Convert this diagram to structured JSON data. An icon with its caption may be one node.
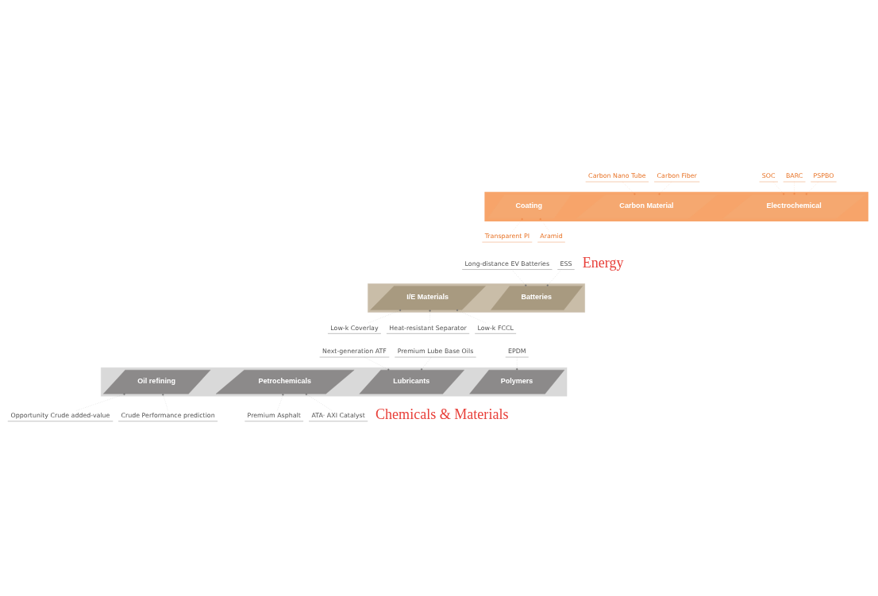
{
  "diagram": {
    "nodes": [
      {
        "text": [],
        "shape": "band"
      },
      {
        "text": [
          "Lubricants"
        ],
        "in": 0
      },
      {
        "text": [
          "Polymers"
        ],
        "in": 0
      },
      {
        "text": [
          "Oil refining"
        ],
        "in": 0
      },
      {
        "text": [
          "Petrochemicals"
        ],
        "in": 0
      },
      {
        "text": [],
        "shape": "band"
      },
      {
        "text": [
          "Batteries"
        ],
        "in": 5
      },
      {
        "text": [
          "I/E Materials"
        ],
        "in": 5
      },
      {
        "text": [],
        "shape": "arrow"
      },
      {
        "text": [
          "Electrochemical"
        ],
        "in": 8
      },
      {
        "text": [
          "Carbon Material"
        ],
        "in": 8
      },
      {
        "text": [
          "Coating"
        ],
        "in": 8
      },
      {
        "text": [
          "Next-generation ATF"
        ]
      },
      {
        "text": [
          "Premium Lube Base Oils"
        ]
      },
      {
        "text": [
          "EPDM"
        ]
      },
      {
        "text": [
          "Opportunity Crude added-value"
        ]
      },
      {
        "text": [
          "Crude Performance prediction"
        ]
      },
      {
        "text": [
          "Premium Asphalt"
        ]
      },
      {
        "text": [
          "ATA· AXI Catalyst"
        ]
      },
      {
        "text": [
          "Long-distance EV Batteries"
        ]
      },
      {
        "text": [
          "ESS"
        ]
      },
      {
        "text": [
          "Low-k Coverlay"
        ]
      },
      {
        "text": [
          "Heat-resistant Separator"
        ]
      },
      {
        "text": [
          "Low-k FCCL"
        ]
      },
      {
        "text": [
          "Carbon Nano Tube"
        ]
      },
      {
        "text": [
          "Carbon Fiber"
        ]
      },
      {
        "text": [
          "SOC"
        ]
      },
      {
        "text": [
          "BARC"
        ]
      },
      {
        "text": [
          "PSPBO"
        ]
      },
      {
        "text": [
          "Transparent PI"
        ]
      },
      {
        "text": [
          "Aramid"
        ]
      }
    ],
    "edges": [
      {
        "from": 12,
        "to": 1,
        "arrow": "other"
      },
      {
        "from": 13,
        "to": 1,
        "arrow": "other"
      },
      {
        "from": 14,
        "to": 2,
        "arrow": "other"
      },
      {
        "from": 15,
        "to": 3,
        "arrow": "other"
      },
      {
        "from": 16,
        "to": 3,
        "arrow": "other"
      },
      {
        "from": 17,
        "to": 4,
        "arrow": "other"
      },
      {
        "from": 18,
        "to": 4,
        "arrow": "other"
      },
      {
        "from": 19,
        "to": 6,
        "arrow": "other"
      },
      {
        "from": 20,
        "to": 6,
        "arrow": "other"
      },
      {
        "from": 21,
        "to": 7,
        "arrow": "other"
      },
      {
        "from": 22,
        "to": 7,
        "arrow": "other"
      },
      {
        "from": 23,
        "to": 7,
        "arrow": "other"
      },
      {
        "from": 24,
        "to": 10,
        "arrow": "other",
        "color": "#f08a4b"
      },
      {
        "from": 25,
        "to": 10,
        "arrow": "other",
        "color": "#f08a4b"
      },
      {
        "from": 26,
        "to": 9,
        "arrow": "other",
        "color": "#f08a4b"
      },
      {
        "from": 27,
        "to": 9,
        "arrow": "other",
        "color": "#f08a4b"
      },
      {
        "from": 28,
        "to": 9,
        "arrow": "other",
        "color": "#f08a4b"
      },
      {
        "from": 29,
        "to": 11,
        "arrow": "other",
        "color": "#f08a4b"
      },
      {
        "from": 30,
        "to": 11,
        "arrow": "other",
        "color": "#f08a4b"
      }
    ],
    "labels": [
      "Energy",
      "Chemicals & Materials"
    ]
  }
}
